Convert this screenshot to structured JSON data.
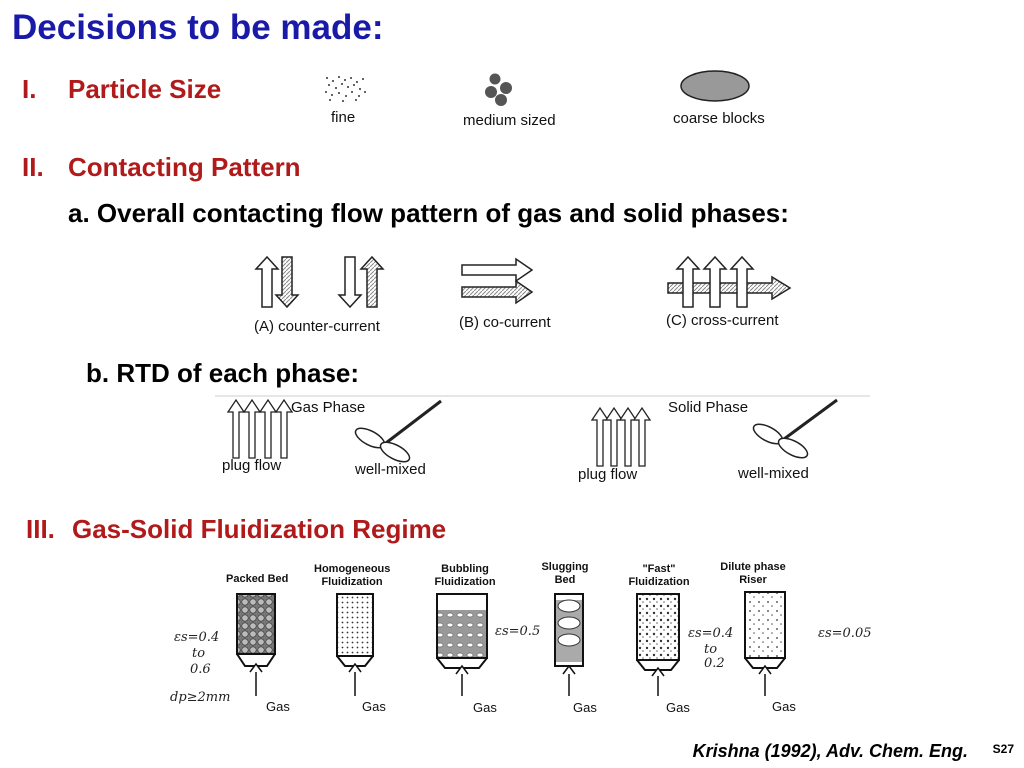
{
  "title": "Decisions to be made:",
  "section1": {
    "number": "I.",
    "label": "Particle Size",
    "sizes": [
      "fine",
      "medium sized",
      "coarse blocks"
    ]
  },
  "section2": {
    "number": "II.",
    "label": "Contacting Pattern",
    "sub_a": "a.  Overall contacting flow pattern of gas and solid phases:",
    "patterns": [
      "(A) counter-current",
      "(B) co-current",
      "(C) cross-current"
    ],
    "sub_b": "b.  RTD of each phase:",
    "gas_phase": {
      "label": "Gas Phase",
      "plug": "plug flow",
      "mixed": "well-mixed"
    },
    "solid_phase": {
      "label": "Solid Phase",
      "plug": "plug flow",
      "mixed": "well-mixed"
    }
  },
  "section3": {
    "number": "III.",
    "label": "Gas-Solid Fluidization Regime",
    "regimes": [
      {
        "name": "Packed Bed",
        "inlet": "Gas"
      },
      {
        "name": "Homogeneous Fluidization",
        "inlet": "Gas"
      },
      {
        "name": "Bubbling Fluidization",
        "inlet": "Gas"
      },
      {
        "name": "Slugging Bed",
        "inlet": "Gas"
      },
      {
        "name": "\"Fast\" Fluidization",
        "inlet": "Gas"
      },
      {
        "name": "Dilute phase Riser",
        "inlet": "Gas"
      }
    ],
    "notes": {
      "packed_eps": "εs=0.4",
      "packed_to": "to",
      "packed_hi": "0.6",
      "packed_dp": "dp≥2mm",
      "bubbling_eps": "εs=0.5",
      "fast_eps": "εs=0.4",
      "fast_to": "to",
      "fast_hi": "0.2",
      "riser_eps": "εs=0.05"
    }
  },
  "footer": {
    "citation": "Krishna (1992), Adv. Chem. Eng.",
    "slide_number": "S27"
  }
}
